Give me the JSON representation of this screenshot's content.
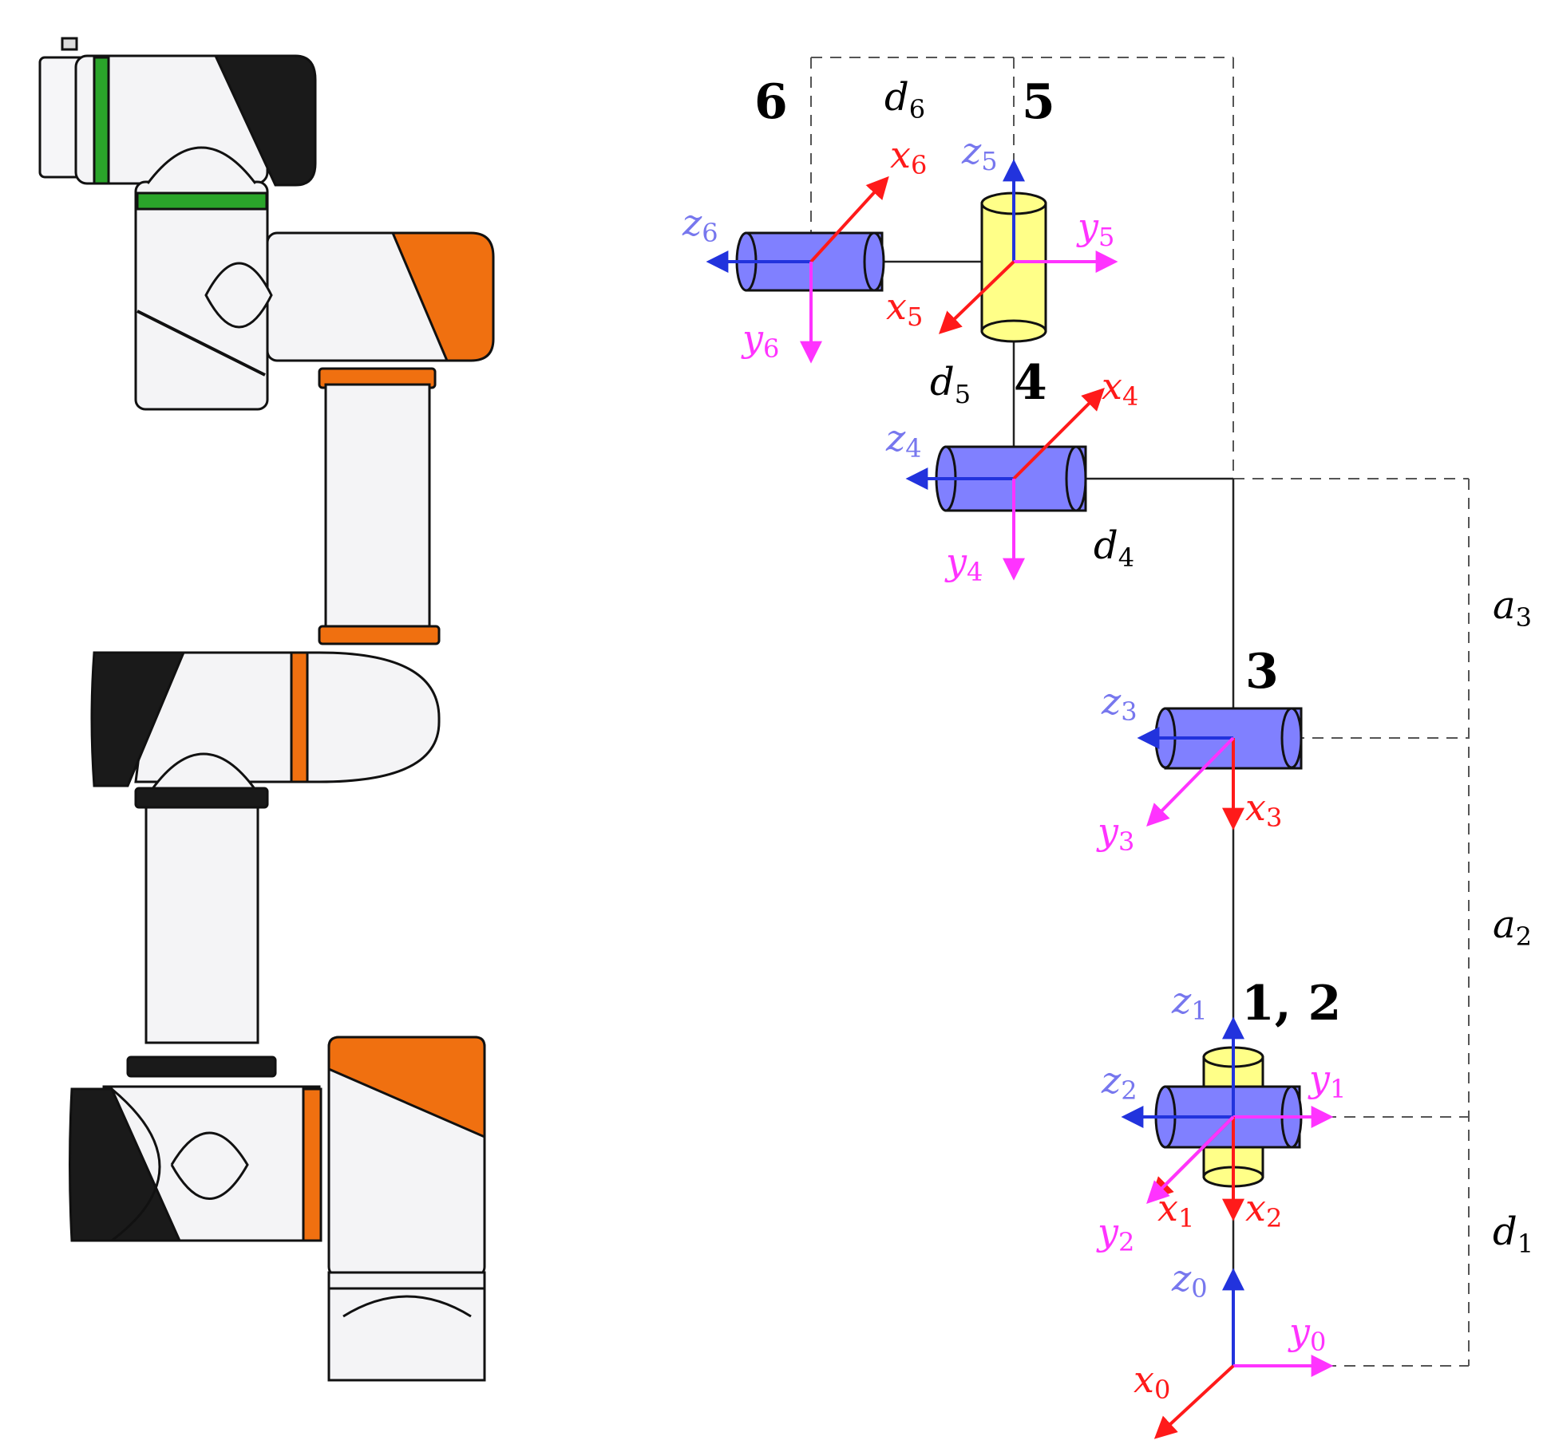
{
  "colors": {
    "x_axis": "#ff1a1a",
    "y_axis": "#ff33ff",
    "z_axis": "#2233dd",
    "z_label": "#7777ee",
    "cylinder_blue": "#8080ff",
    "cylinder_yellow": "#ffff88",
    "robot_white": "#f4f4f6",
    "robot_orange": "#f07010",
    "robot_black": "#1a1a1a",
    "robot_green": "#2aa52a"
  },
  "joints": [
    {
      "num": "6"
    },
    {
      "num": "5"
    },
    {
      "num": "4"
    },
    {
      "num": "3"
    },
    {
      "num": "1, 2"
    }
  ],
  "dimensions": [
    {
      "base": "d",
      "sub": "6"
    },
    {
      "base": "d",
      "sub": "5"
    },
    {
      "base": "d",
      "sub": "4"
    },
    {
      "base": "a",
      "sub": "3"
    },
    {
      "base": "a",
      "sub": "2"
    },
    {
      "base": "d",
      "sub": "1"
    }
  ],
  "axis_labels": {
    "x": [
      "0",
      "1",
      "2",
      "3",
      "4",
      "5",
      "6"
    ],
    "y": [
      "0",
      "1",
      "2",
      "3",
      "4",
      "5",
      "6"
    ],
    "z": [
      "0",
      "1",
      "2",
      "3",
      "4",
      "5",
      "6"
    ],
    "x_base": "x",
    "y_base": "y",
    "z_base": "z"
  }
}
